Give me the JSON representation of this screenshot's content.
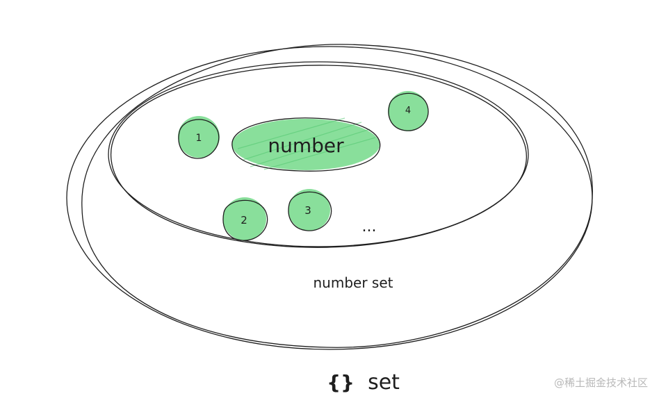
{
  "diagram": {
    "outer_set": {
      "label": "{} set",
      "braces": "{}",
      "word": "set"
    },
    "inner_set": {
      "label": "number set"
    },
    "type_node": {
      "label": "number"
    },
    "members": [
      {
        "label": "1"
      },
      {
        "label": "2"
      },
      {
        "label": "3"
      },
      {
        "label": "4"
      }
    ],
    "ellipsis": "...",
    "colors": {
      "node_fill": "#7fdc93",
      "stroke": "#1e1e1e"
    }
  },
  "watermark": {
    "text": "@稀土掘金技术社区"
  }
}
